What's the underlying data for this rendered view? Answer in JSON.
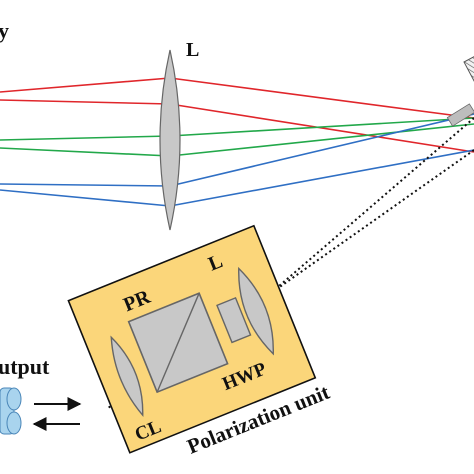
{
  "labels": {
    "fragment_y": "y",
    "lens_top": "L",
    "pr": "PR",
    "lens_unit": "L",
    "hwp": "HWP",
    "cl": "CL",
    "polarization_unit": "Polarization unit",
    "output": "utput"
  },
  "colors": {
    "red_beam": "#e0262b",
    "green_beam": "#22a84a",
    "blue_beam": "#2f6fc4",
    "unit_fill": "#fbd67a",
    "optic_fill": "#c8c8c8",
    "optic_stroke": "#666666",
    "fiber_fill": "#a9d4ee",
    "text": "#111111"
  },
  "icons": {
    "arrow_right": "arrow-right-icon",
    "arrow_left": "arrow-left-icon",
    "grating": "grating-icon"
  }
}
